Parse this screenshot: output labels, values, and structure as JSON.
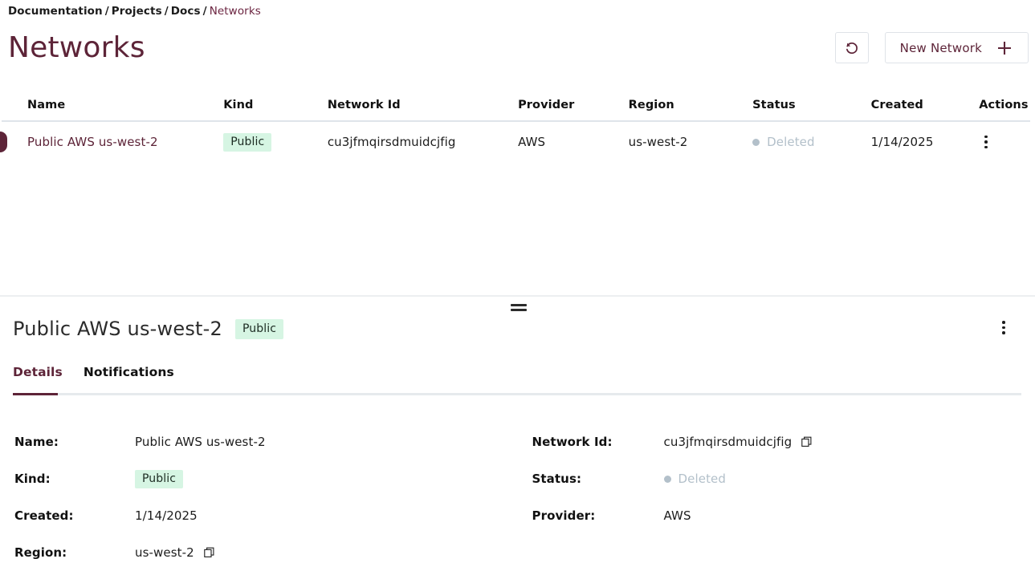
{
  "breadcrumb": {
    "items": [
      "Documentation",
      "Projects",
      "Docs",
      "Networks"
    ],
    "separator": "/"
  },
  "header": {
    "title": "Networks",
    "refresh_icon": "refresh-icon",
    "new_network_label": "New Network",
    "plus_icon": "plus-icon"
  },
  "table": {
    "columns": [
      "Name",
      "Kind",
      "Network Id",
      "Provider",
      "Region",
      "Status",
      "Created",
      "Actions"
    ],
    "rows": [
      {
        "name": "Public AWS us-west-2",
        "kind": "Public",
        "network_id": "cu3jfmqirsdmuidcjfig",
        "provider": "AWS",
        "region": "us-west-2",
        "status": "Deleted",
        "created": "1/14/2025",
        "actions_icon": "kebab-menu-icon"
      }
    ]
  },
  "detail": {
    "title": "Public AWS us-west-2",
    "badge": "Public",
    "actions_icon": "kebab-menu-icon",
    "drag_handle_icon": "drag-handle-icon",
    "tabs": [
      {
        "label": "Details",
        "active": true
      },
      {
        "label": "Notifications",
        "active": false
      }
    ],
    "fields_left": [
      {
        "label": "Name:",
        "value": "Public AWS us-west-2",
        "type": "text",
        "copy": false
      },
      {
        "label": "Kind:",
        "value": "Public",
        "type": "badge",
        "copy": false
      },
      {
        "label": "Created:",
        "value": "1/14/2025",
        "type": "text",
        "copy": false
      },
      {
        "label": "Region:",
        "value": "us-west-2",
        "type": "text",
        "copy": true
      }
    ],
    "fields_right": [
      {
        "label": "Network Id:",
        "value": "cu3jfmqirsdmuidcjfig",
        "type": "text",
        "copy": true
      },
      {
        "label": "Status:",
        "value": "Deleted",
        "type": "status",
        "copy": false
      },
      {
        "label": "Provider:",
        "value": "AWS",
        "type": "text",
        "copy": false
      }
    ],
    "copy_icon": "copy-icon"
  },
  "colors": {
    "accent": "#5d2438",
    "badge_bg": "#d6f5e3",
    "status_muted": "#b3c0ca",
    "divider": "#dfe4ea"
  }
}
